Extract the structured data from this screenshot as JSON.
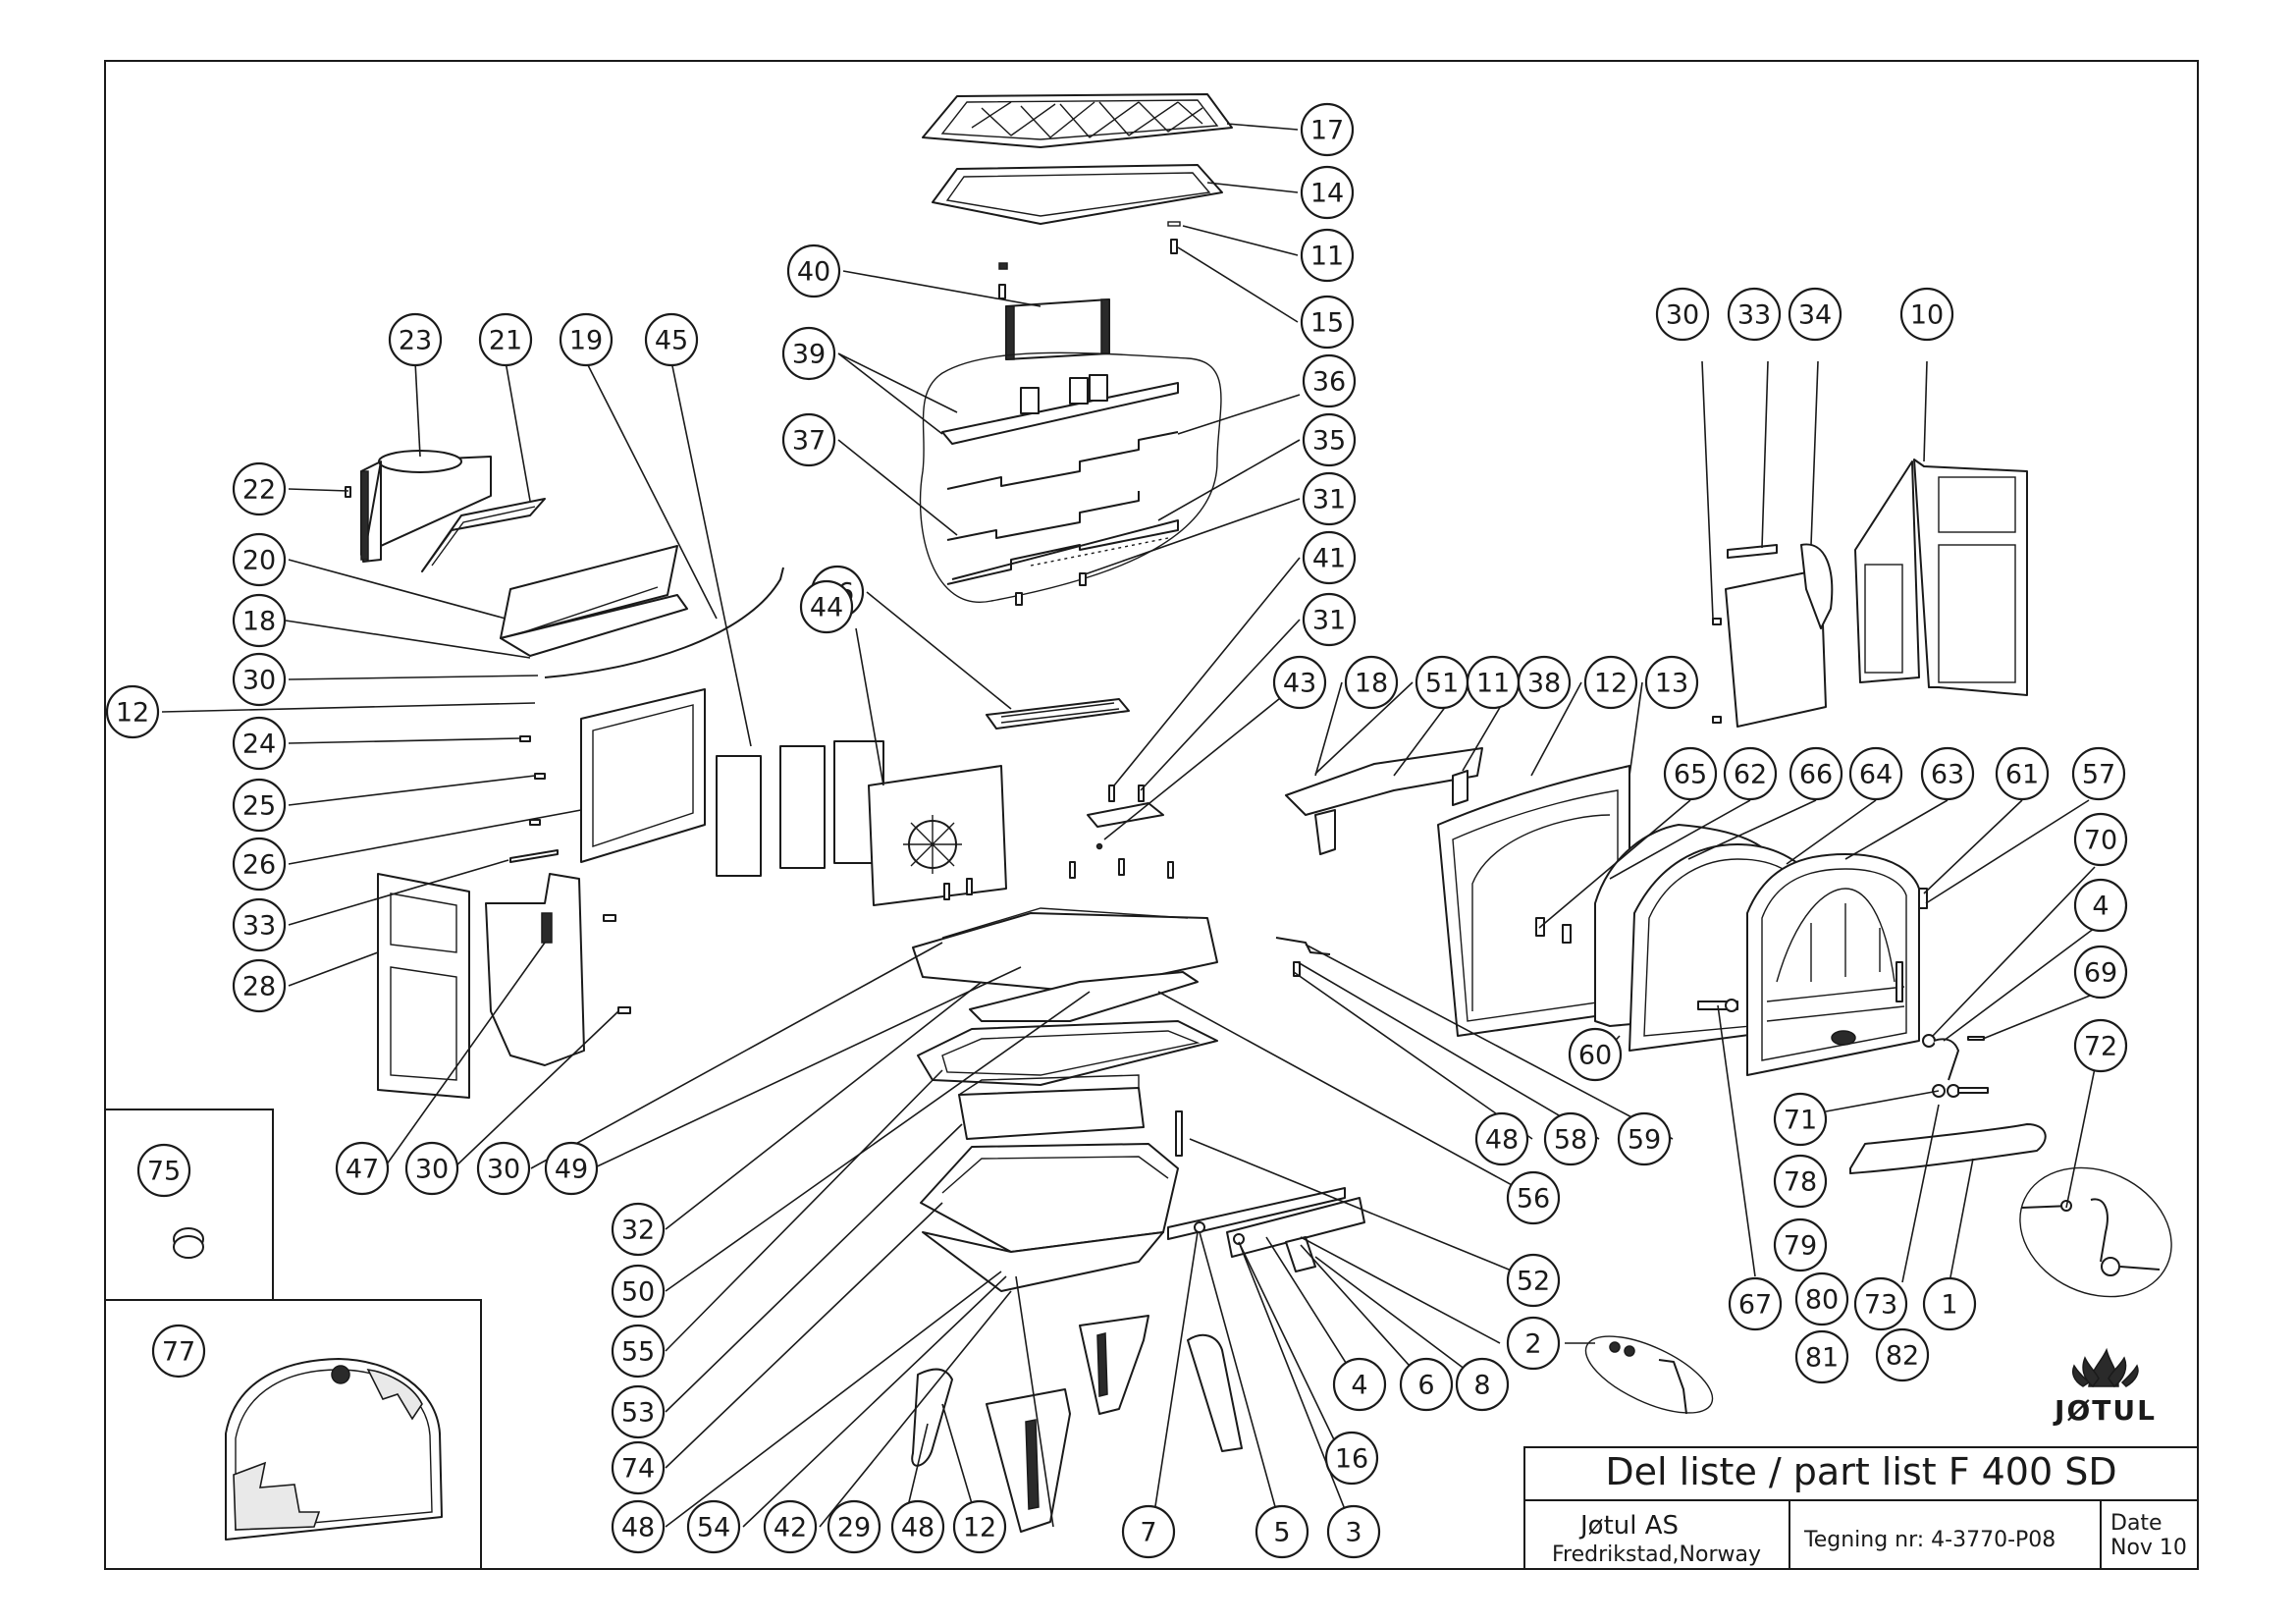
{
  "title_block": {
    "title": "Del liste / part list F 400 SD",
    "company": "Jøtul AS",
    "location": "Fredrikstad,Norway",
    "drawing_number": "Tegning nr: 4-3770-P08",
    "date_label": "Date",
    "date_value": "Nov 10"
  },
  "brand": {
    "logo_text": "JØTUL"
  },
  "callouts": [
    "17",
    "14",
    "11",
    "15",
    "40",
    "39",
    "37",
    "46",
    "36",
    "35",
    "31",
    "41",
    "31",
    "43",
    "18",
    "51",
    "11",
    "38",
    "12",
    "13",
    "23",
    "21",
    "19",
    "45",
    "22",
    "20",
    "18",
    "30",
    "12",
    "24",
    "25",
    "26",
    "33",
    "28",
    "44",
    "47",
    "30",
    "30",
    "49",
    "32",
    "50",
    "55",
    "53",
    "74",
    "48",
    "54",
    "42",
    "29",
    "48",
    "12",
    "7",
    "5",
    "3",
    "16",
    "4",
    "6",
    "8",
    "2",
    "52",
    "56",
    "48",
    "58",
    "59",
    "60",
    "65",
    "62",
    "66",
    "64",
    "63",
    "61",
    "57",
    "70",
    "4",
    "69",
    "72",
    "71",
    "78",
    "79",
    "67",
    "80",
    "73",
    "1",
    "81",
    "82",
    "30",
    "33",
    "34",
    "10",
    "75",
    "77"
  ]
}
